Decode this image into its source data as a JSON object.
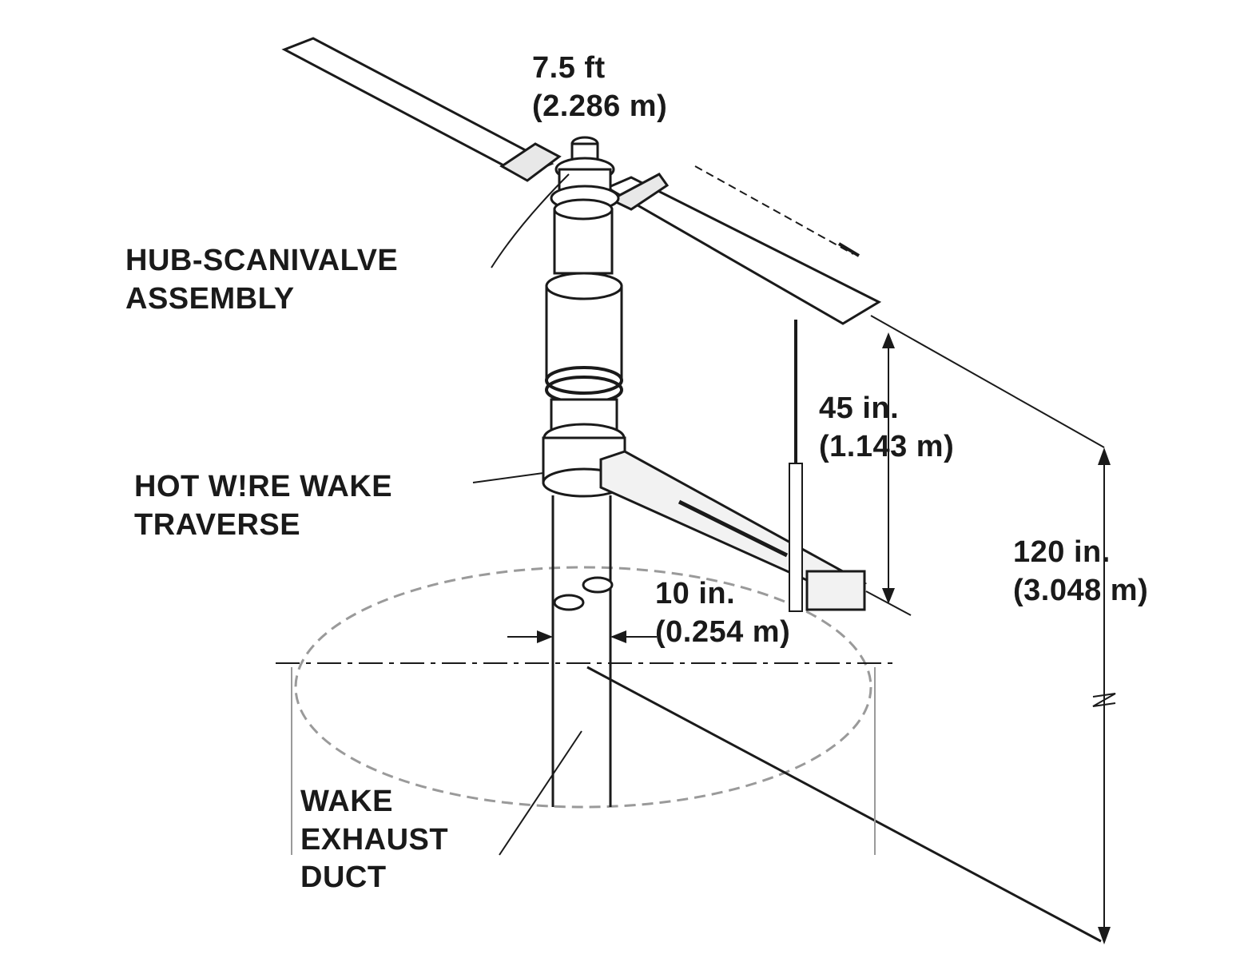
{
  "labels": {
    "rotor_diameter": "7.5 ft",
    "rotor_diameter_metric": "(2.286 m)",
    "hub_line1": "HUB-SCANIVALVE",
    "hub_line2": "ASSEMBLY",
    "traverse_line1": "HOT W!RE WAKE",
    "traverse_line2": "TRAVERSE",
    "probe_height": "45 in.",
    "probe_height_metric": "(1.143 m)",
    "hub_height": "120 in.",
    "hub_height_metric": "(3.048 m)",
    "duct_diameter": "10 in.",
    "duct_diameter_metric": "(0.254 m)",
    "duct_line1": "WAKE",
    "duct_line2": "EXHAUST",
    "duct_line3": "DUCT"
  },
  "colors": {
    "ink": "#1a1a1a",
    "ellipse": "#9a9a9a",
    "background": "#ffffff"
  }
}
